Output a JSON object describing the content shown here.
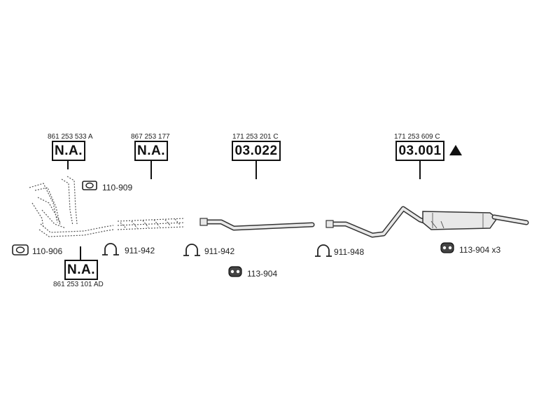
{
  "parts": [
    {
      "id": "p1",
      "ref": "861 253 533 A",
      "label": "N.A."
    },
    {
      "id": "p2",
      "ref": "867 253 177",
      "label": "N.A."
    },
    {
      "id": "p3",
      "ref": "171 253 201 C",
      "label": "03.022"
    },
    {
      "id": "p4",
      "ref": "171 253 609 C",
      "label": "03.001"
    },
    {
      "id": "p5",
      "ref": "861 253 101 AD",
      "label": "N.A."
    }
  ],
  "accessories": [
    {
      "code": "110-909",
      "icon": "gasket-icon"
    },
    {
      "code": "110-906",
      "icon": "gasket-icon"
    },
    {
      "code": "911-942",
      "icon": "clamp-icon"
    },
    {
      "code": "911-942",
      "icon": "clamp-icon"
    },
    {
      "code": "911-948",
      "icon": "clamp-icon"
    },
    {
      "code": "113-904",
      "icon": "rubber-mount-icon"
    },
    {
      "code": "113-904 x3",
      "icon": "rubber-mount-icon"
    }
  ],
  "warning": {
    "icon": "warning-triangle-icon"
  },
  "colors": {
    "line": "#111111",
    "part_fill": "#e8e8e8",
    "part_stroke": "#333333"
  }
}
